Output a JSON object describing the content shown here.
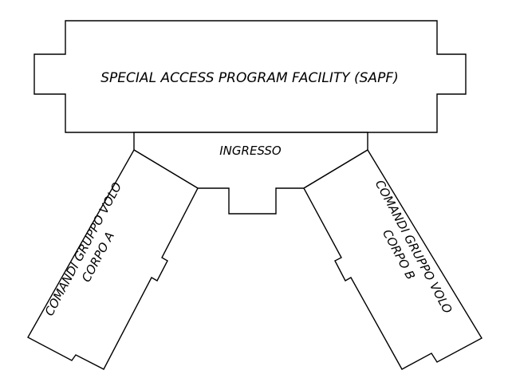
{
  "labels": {
    "sapf": "SPECIAL ACCESS PROGRAM FACILITY (SAPF)",
    "entrance": "INGRESSO",
    "wing_a_line1": "COMANDI GRUPPO VOLO",
    "wing_a_line2": "CORPO A",
    "wing_b_line1": "COMANDI GRUPPO VOLO",
    "wing_b_line2": "CORPO B"
  },
  "colors": {
    "line": "#000000",
    "background": "#ffffff"
  }
}
